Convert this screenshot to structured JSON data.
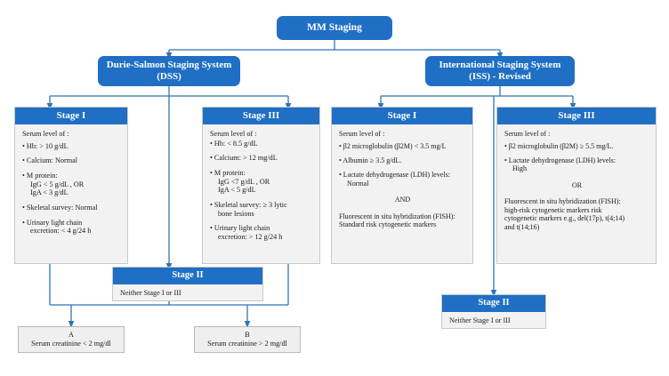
{
  "diagram": {
    "title": "MM Staging",
    "accent_blue": "#1F6FC4",
    "panel_bg": "#F2F2F2",
    "connector_color": "#2E75B6"
  },
  "root": {
    "label": "MM Staging"
  },
  "systems": {
    "dss": {
      "label": "Durie-Salmon Staging System (DSS)"
    },
    "iss": {
      "label": "International Staging System (ISS) - Revised"
    }
  },
  "dss": {
    "stage1": {
      "header": "Stage I",
      "intro": "Serum level of :",
      "items": [
        "• Hb:  > 10 g/dL",
        "• Calcium: Normal",
        "• M protein:",
        "IgG  < 5 g/dL , OR",
        "IgA < 3 g/dL",
        "• Skeletal survey: Normal",
        "• Urinary light chain",
        "excretion:  < 4 g/24 h"
      ]
    },
    "stage3": {
      "header": "Stage III",
      "intro": "Serum level of :",
      "items": [
        "• Hb:  < 8.5 g/dL",
        "• Calcium: > 12 mg/dL",
        "• M protein:",
        "IgG  <7 g/dL , OR",
        "IgA < 5 g/dL",
        "• Skeletal survey: ≥  3 lytic",
        "bone lesions",
        "• Urinary light chain",
        "excretion:  > 12 g/24 h"
      ]
    },
    "stage2": {
      "header": "Stage II",
      "body": "Neither Stage I or III"
    },
    "substage_a": {
      "label": "A",
      "detail": "Serum creatinine < 2 mg/dl"
    },
    "substage_b": {
      "label": "B",
      "detail": "Serum creatinine > 2 mg/dl"
    }
  },
  "iss": {
    "stage1": {
      "header": "Stage I",
      "intro": "Serum level of :",
      "items": [
        "• β2 microglobulin (β2M) < 3.5 mg/L",
        "• Albumin ≥ 3.5 g/dL.",
        "• Lactate dehydrogenase (LDH) levels:",
        "Normal"
      ],
      "connector": "AND",
      "footer": [
        "Fluorescent in situ hybridization (FISH):",
        "Standard risk cytogenetic markers"
      ]
    },
    "stage3": {
      "header": "Stage III",
      "intro": "Serum level of :",
      "items": [
        "• β2 microglobulin (β2M) ≥ 5.5 mg/L.",
        "• Lactate dehydrogenase (LDH) levels:",
        "High"
      ],
      "connector": "OR",
      "footer": [
        "Fluorescent in situ hybridization (FISH):",
        "high-risk cytogenetic markers risk",
        "cytogenetic markers e.g., del(17p), t(4;14)",
        "and t(14;16)"
      ]
    },
    "stage2": {
      "header": "Stage II",
      "body": "Neither Stage I or III"
    }
  }
}
